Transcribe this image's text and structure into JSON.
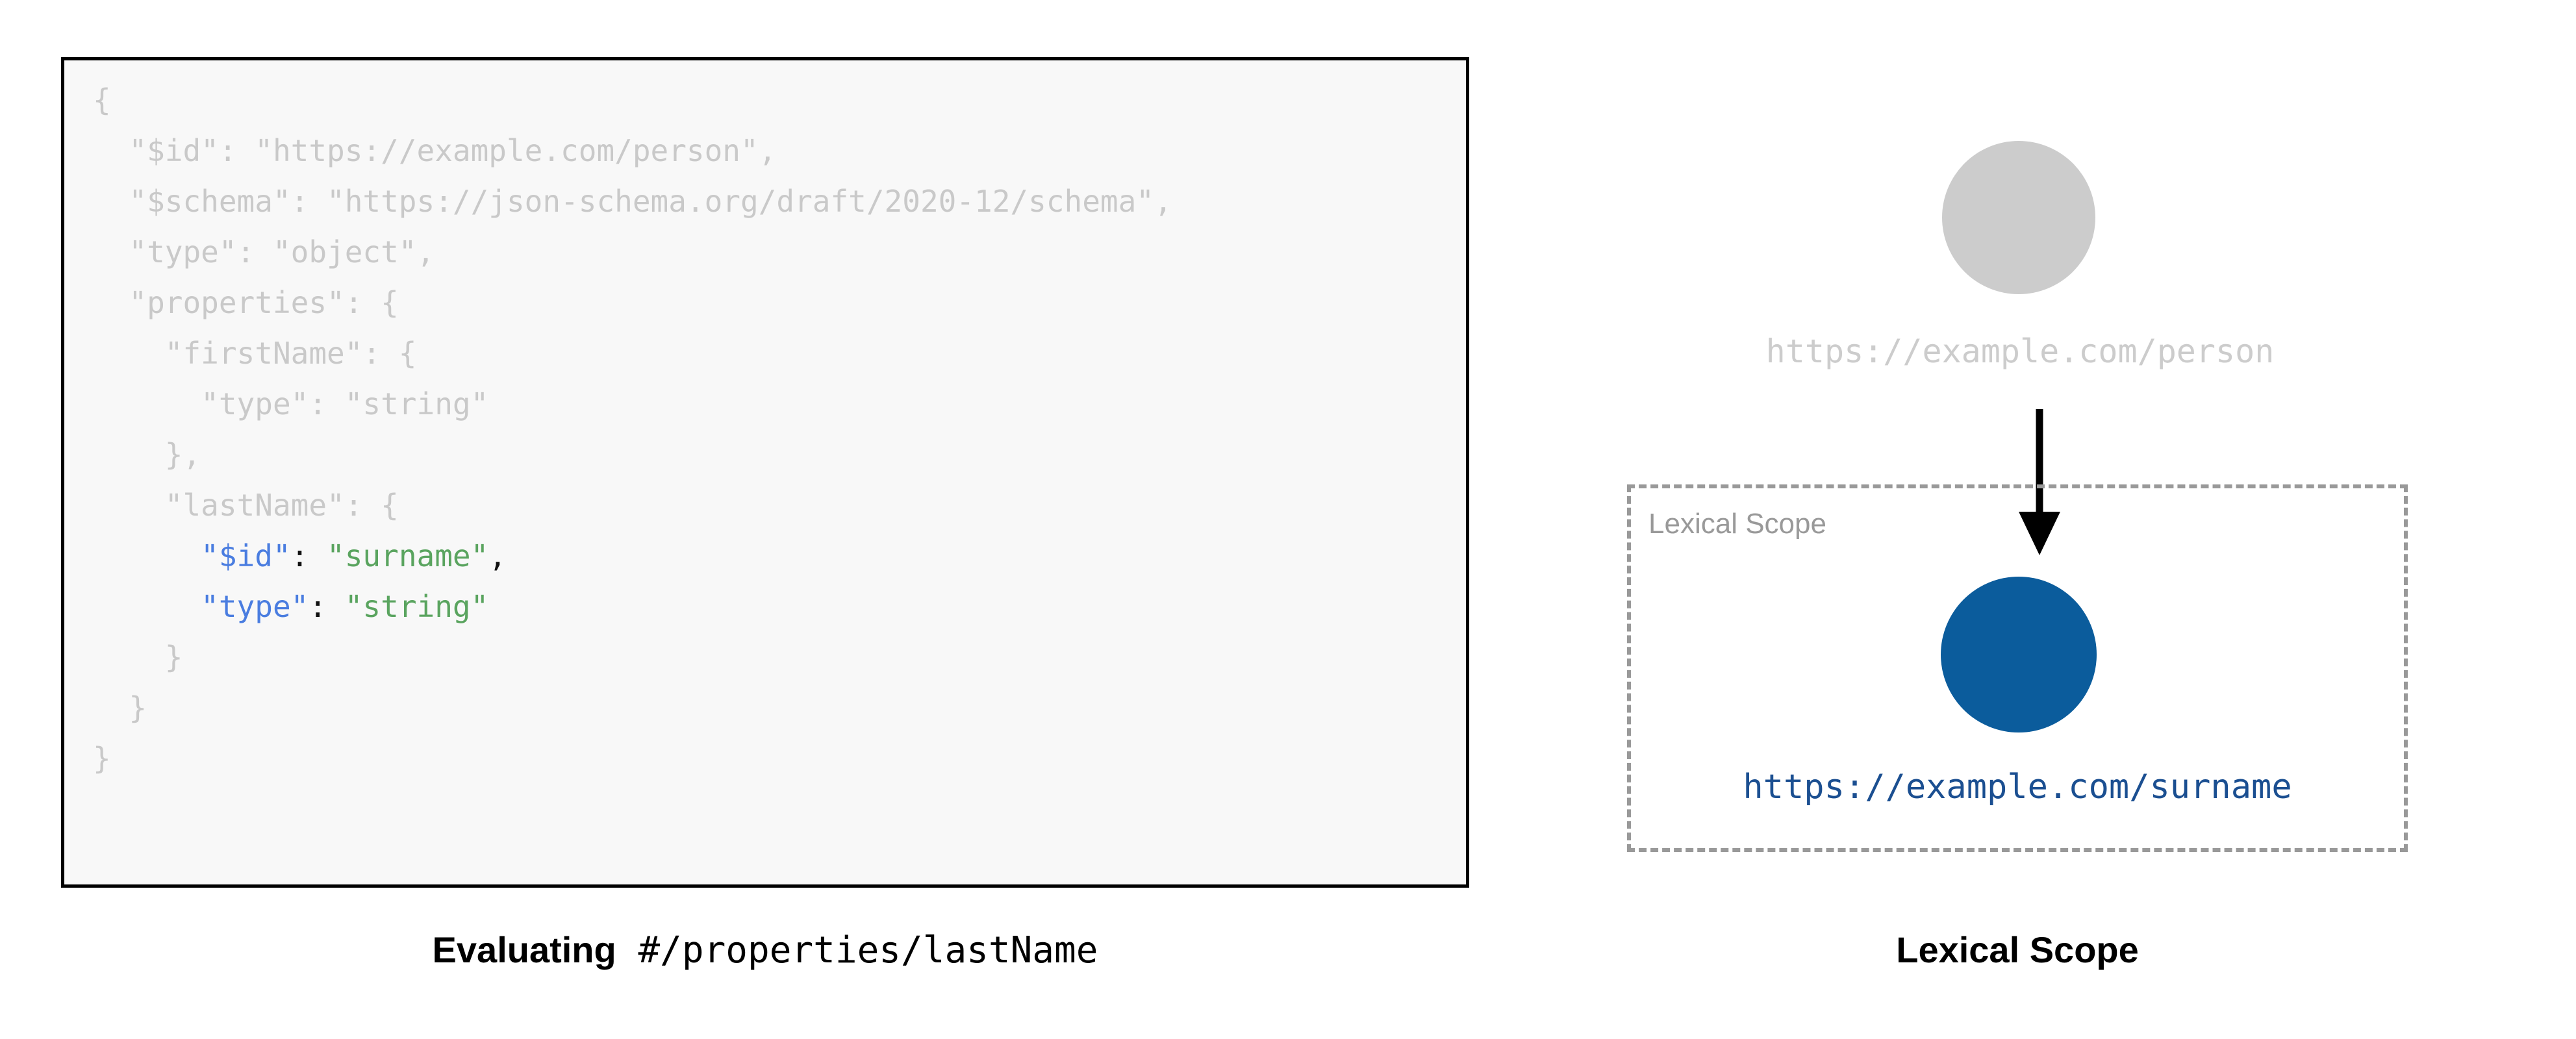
{
  "code_panel": {
    "background": "#f8f8f8",
    "border_color": "#000000",
    "dim_color": "#c9c9c9",
    "key_color": "#4a7de0",
    "string_color": "#5aa45f",
    "lines": [
      {
        "indent": 0,
        "dimmed": true,
        "text": "{"
      },
      {
        "indent": 1,
        "dimmed": true,
        "text": "\"$id\": \"https://example.com/person\","
      },
      {
        "indent": 1,
        "dimmed": true,
        "text": "\"$schema\": \"https://json-schema.org/draft/2020-12/schema\","
      },
      {
        "indent": 1,
        "dimmed": true,
        "text": "\"type\": \"object\","
      },
      {
        "indent": 1,
        "dimmed": true,
        "text": "\"properties\": {"
      },
      {
        "indent": 2,
        "dimmed": true,
        "text": "\"firstName\": {"
      },
      {
        "indent": 3,
        "dimmed": true,
        "text": "\"type\": \"string\""
      },
      {
        "indent": 2,
        "dimmed": true,
        "text": "},"
      },
      {
        "indent": 2,
        "dimmed": true,
        "text": "\"lastName\": {"
      },
      {
        "indent": 3,
        "dimmed": false,
        "key": "\"$id\"",
        "sep": ": ",
        "value": "\"surname\"",
        "tail": ","
      },
      {
        "indent": 3,
        "dimmed": false,
        "key": "\"type\"",
        "sep": ": ",
        "value": "\"string\"",
        "tail": ""
      },
      {
        "indent": 2,
        "dimmed": true,
        "text": "}"
      },
      {
        "indent": 1,
        "dimmed": true,
        "text": "}"
      },
      {
        "indent": 0,
        "dimmed": true,
        "text": "}"
      }
    ]
  },
  "left_caption": {
    "bold_text": "Evaluating",
    "mono_text": "#/properties/lastName"
  },
  "diagram": {
    "outer_node": {
      "label": "https://example.com/person",
      "fill": "#cccccc",
      "label_color": "#cccccc"
    },
    "arrow": {
      "name": "downward-arrow",
      "color": "#000000"
    },
    "scope_box": {
      "title": "Lexical Scope",
      "border_color": "#999999",
      "border_style": "dashed",
      "title_color": "#999999"
    },
    "inner_node": {
      "label": "https://example.com/surname",
      "fill": "#0b5c9c",
      "label_color": "#1b4f91"
    }
  },
  "right_caption": {
    "text": "Lexical Scope"
  }
}
